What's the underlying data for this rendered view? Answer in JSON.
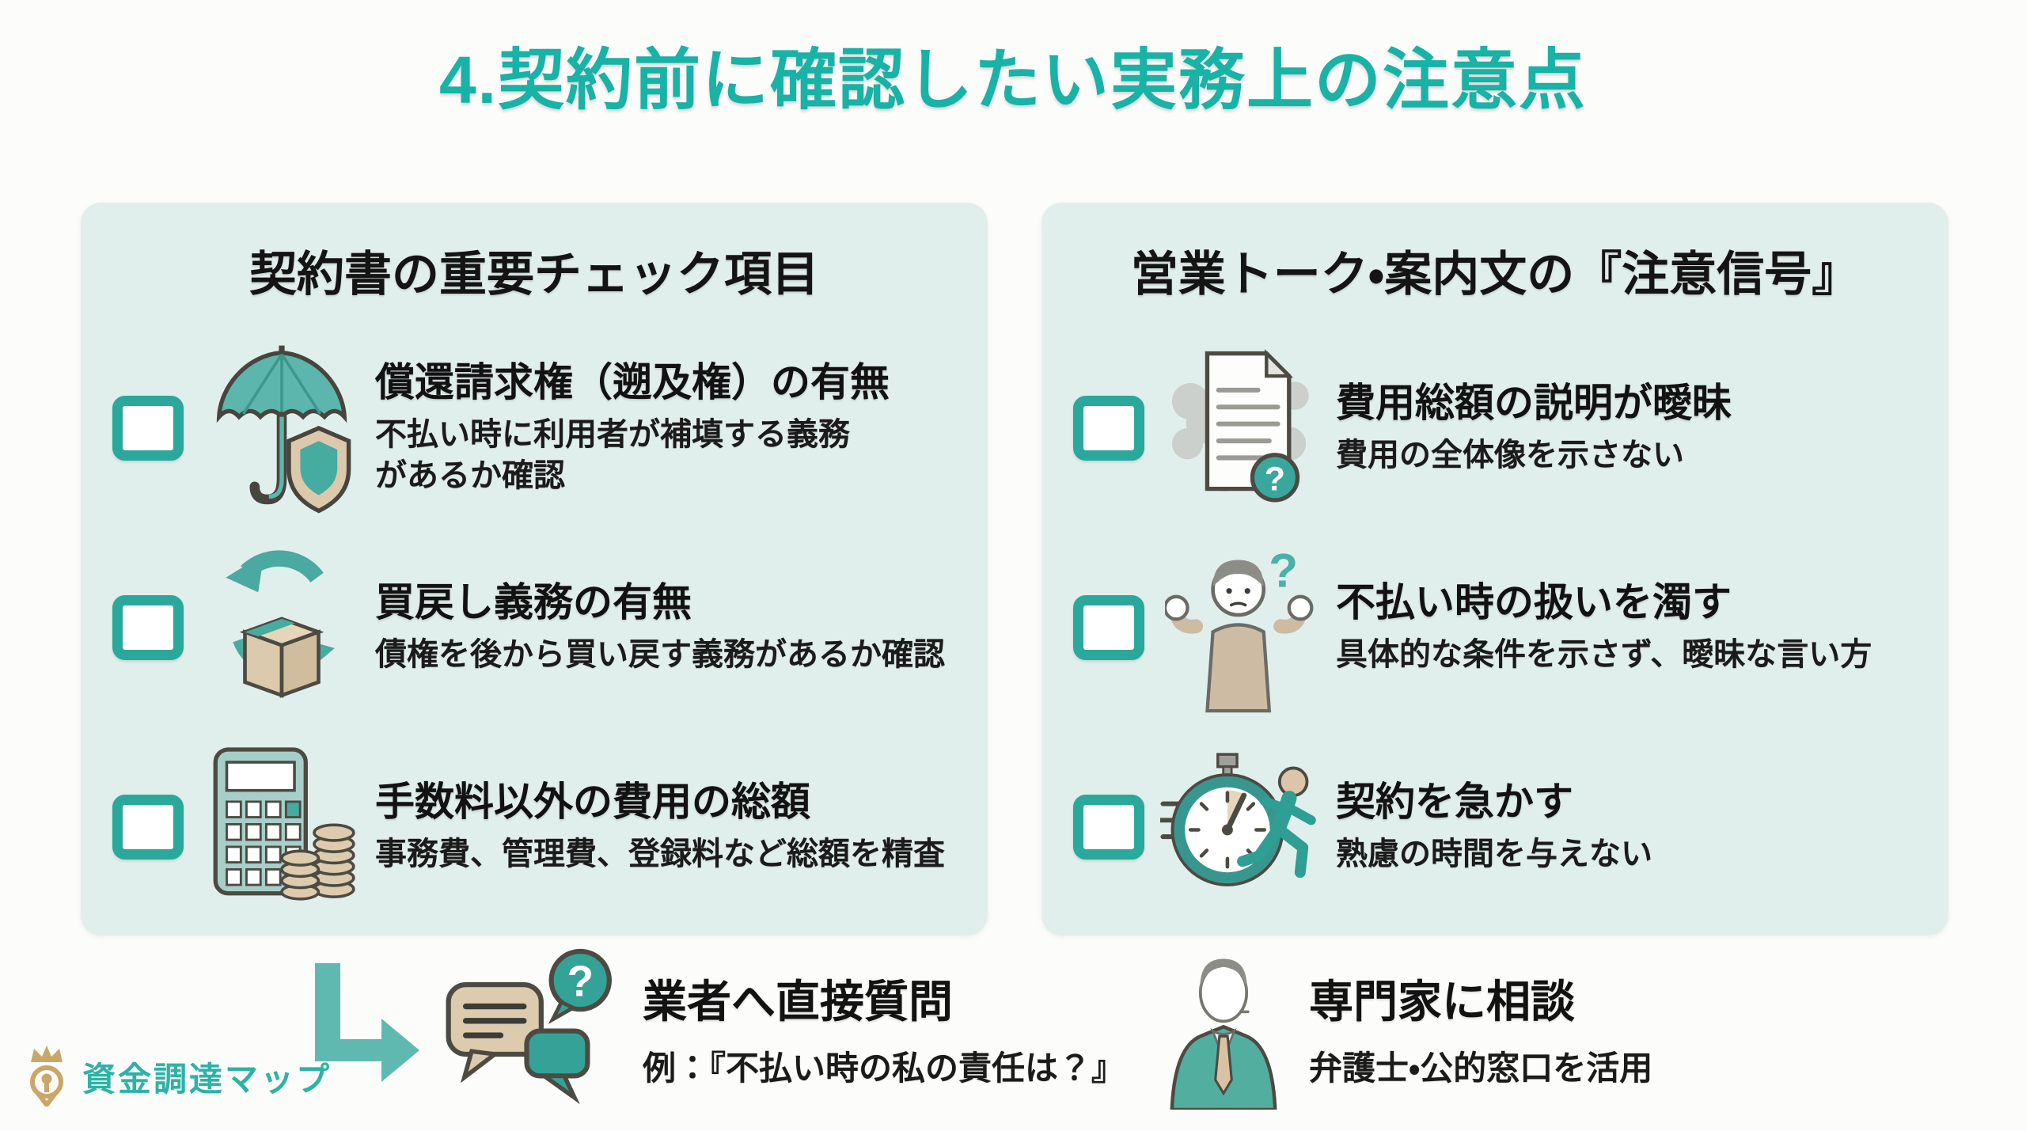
{
  "title": "4.契約前に確認したい実務上の注意点",
  "colors": {
    "accent_teal": "#18b2a6",
    "panel_bg": "#e1efec",
    "checkbox_teal": "#2aa89b",
    "icon_teal": "#46aba0",
    "icon_tan": "#dccaad",
    "text_black": "#161616",
    "logo_gold": "#c9a768"
  },
  "panels": [
    {
      "heading": "契約書の重要チェック項目",
      "items": [
        {
          "icon": "umbrella-shield-icon",
          "checked": false,
          "title": "償還請求権（遡及権）の有無",
          "desc": "不払い時に利用者が補填する義務\nがあるか確認"
        },
        {
          "icon": "buyback-cycle-box-icon",
          "checked": false,
          "title": "買戻し義務の有無",
          "desc": "債権を後から買い戻す義務があるか確認"
        },
        {
          "icon": "calculator-coins-icon",
          "checked": false,
          "title": "手数料以外の費用の総額",
          "desc": "事務費、管理費、登録料など総額を精査"
        }
      ]
    },
    {
      "heading": "営業トーク・案内文の『注意信号』",
      "items": [
        {
          "icon": "vague-document-icon",
          "checked": false,
          "title": "費用総額の説明が曖昧",
          "desc": "費用の全体像を示さない"
        },
        {
          "icon": "shrugging-person-icon",
          "checked": false,
          "title": "不払い時の扱いを濁す",
          "desc": "具体的な条件を示さず、曖昧な言い方"
        },
        {
          "icon": "stopwatch-runner-icon",
          "checked": false,
          "title": "契約を急かす",
          "desc": "熟慮の時間を与えない"
        }
      ]
    }
  ],
  "footer": {
    "actions": [
      {
        "icon": "question-chat-icon",
        "title": "業者へ直接質問",
        "desc": "例：『不払い時の私の責任は？』"
      },
      {
        "icon": "consultant-person-icon",
        "title": "専門家に相談",
        "desc": "弁護士・公的窓口を活用"
      }
    ]
  },
  "logo": {
    "icon": "crown-pin-icon",
    "text": "資金調達マップ"
  }
}
